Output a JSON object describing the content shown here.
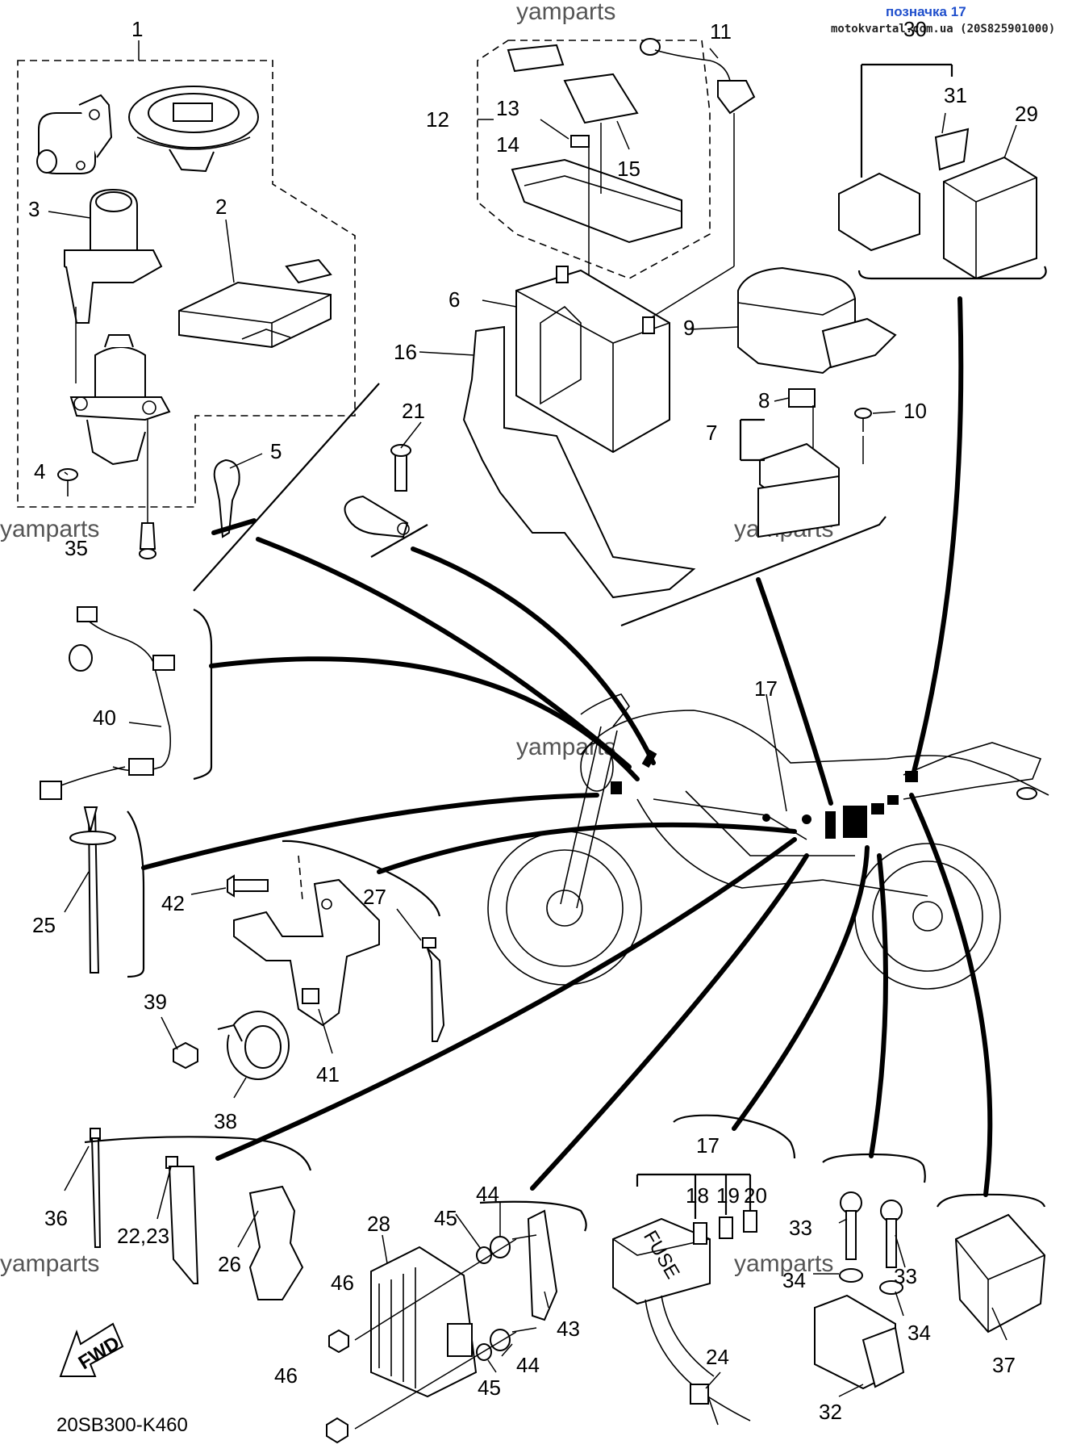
{
  "header": {
    "tag": "позначка 17",
    "site": "motokvartal.com.ua (20S825901000)"
  },
  "watermark": "yamparts",
  "diagram_code": "20SB300-K460",
  "fwd_label": "FWD",
  "fuse_label": "FUSE",
  "callouts": {
    "c1": "1",
    "c2": "2",
    "c3": "3",
    "c4": "4",
    "c5": "5",
    "c6": "6",
    "c7": "7",
    "c8": "8",
    "c9": "9",
    "c10": "10",
    "c11": "11",
    "c12": "12",
    "c13": "13",
    "c14": "14",
    "c15": "15",
    "c16": "16",
    "c17": "17",
    "c17b": "17",
    "c18": "18",
    "c19": "19",
    "c20": "20",
    "c21": "21",
    "c2223": "22,23",
    "c24": "24",
    "c25": "25",
    "c26": "26",
    "c27": "27",
    "c28": "28",
    "c29": "29",
    "c30": "30",
    "c31": "31",
    "c32": "32",
    "c33a": "33",
    "c33b": "33",
    "c34a": "34",
    "c34b": "34",
    "c35": "35",
    "c36": "36",
    "c37": "37",
    "c38": "38",
    "c39": "39",
    "c40": "40",
    "c41": "41",
    "c42": "42",
    "c43": "43",
    "c44a": "44",
    "c44b": "44",
    "c45a": "45",
    "c45b": "45",
    "c46a": "46",
    "c46b": "46"
  }
}
